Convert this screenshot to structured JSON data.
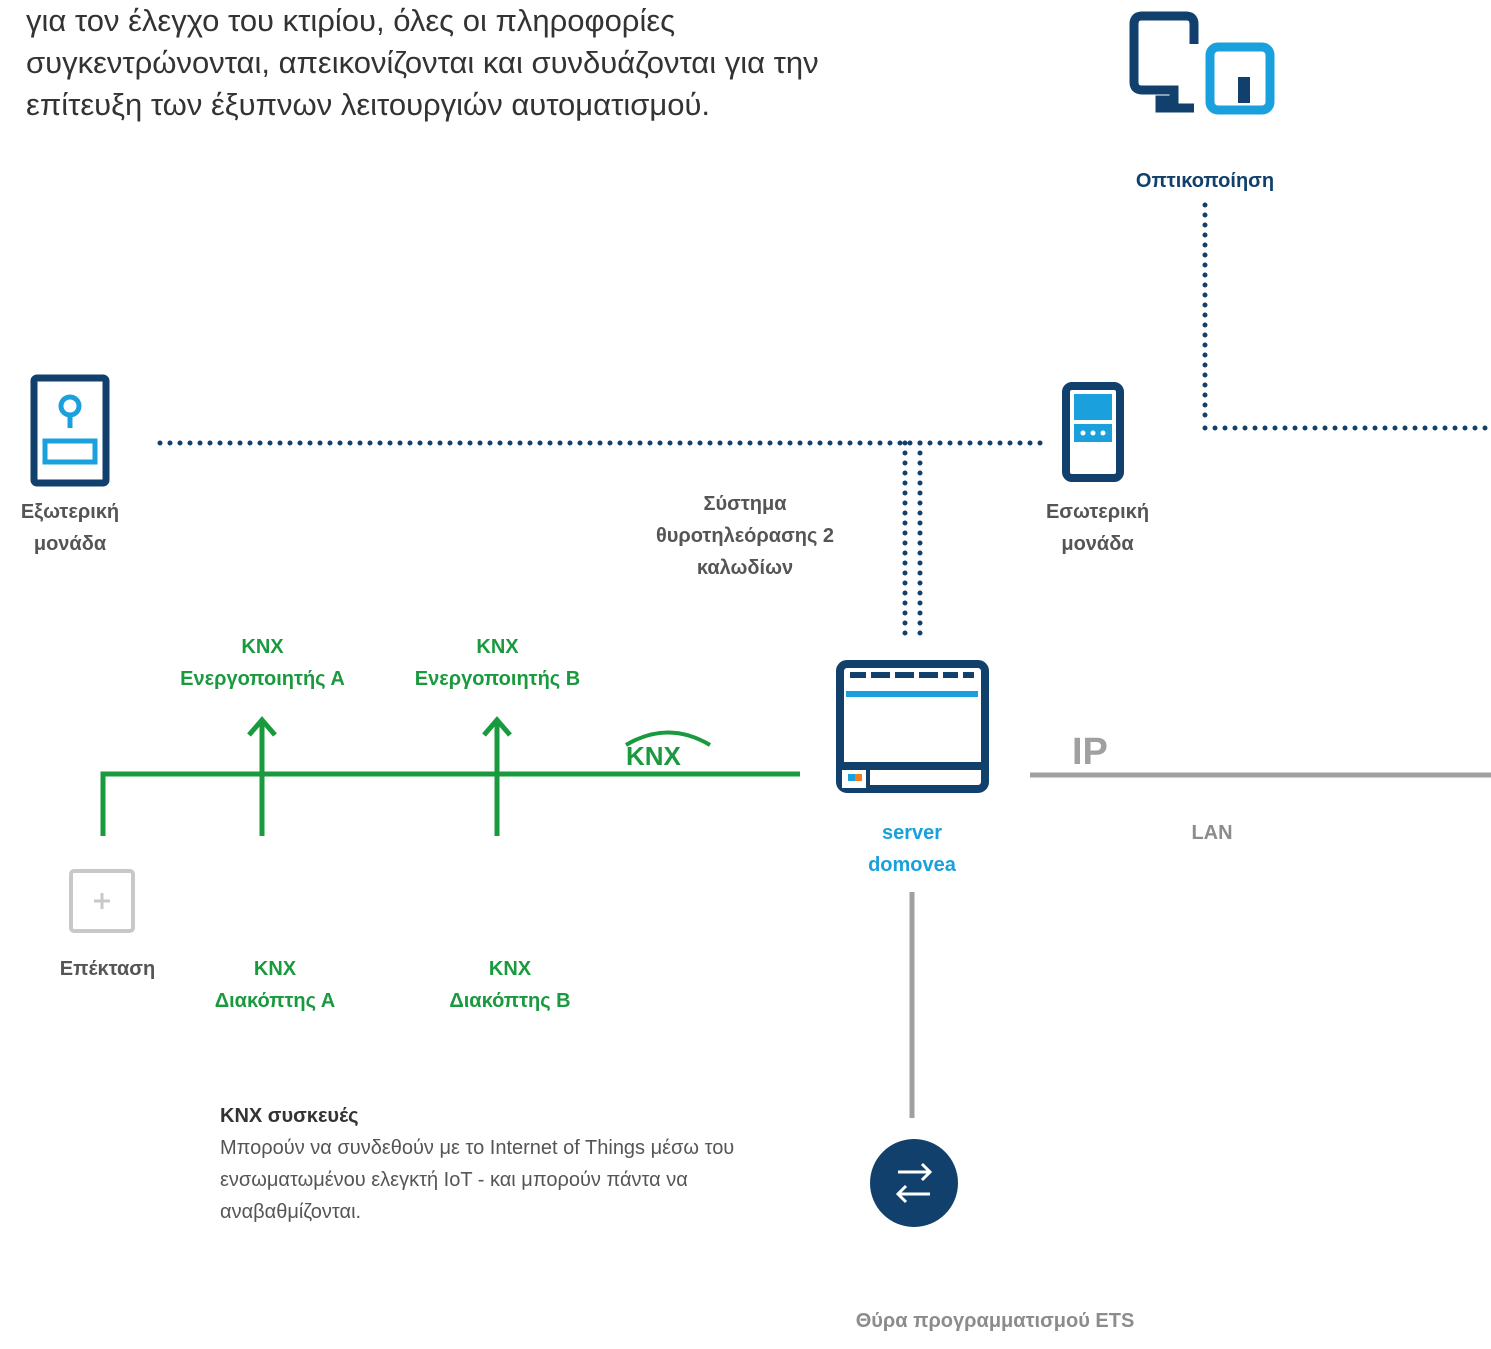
{
  "intro_text": "για τον έλεγχο του κτιρίου, όλες οι πληροφορίες συγκεντρώνονται, απεικονίζονται και συνδυάζονται για την επίτευξη των έξυπνων λειτουργιών αυτοματισμού.",
  "labels": {
    "visualization": "Οπτικοποίηση",
    "outdoor_unit_line1": "Εξωτερική",
    "outdoor_unit_line2": "μονάδα",
    "indoor_unit_line1": "Εσωτερική",
    "indoor_unit_line2": "μονάδα",
    "intercom_line1": "Σύστημα",
    "intercom_line2": "θυροτηλεόρασης 2",
    "intercom_line3": "καλωδίων",
    "actuator_a_line1": "KNX",
    "actuator_a_line2": "Ενεργοποιητής Α",
    "actuator_b_line1": "KNX",
    "actuator_b_line2": "Ενεργοποιητής Β",
    "server_line1": "server",
    "server_line2": "domovea",
    "ip": "IP",
    "lan": "LAN",
    "extension": "Επέκταση",
    "switch_a_line1": "KNX",
    "switch_a_line2": "Διακόπτης Α",
    "switch_b_line1": "KNX",
    "switch_b_line2": "Διακόπτης Β",
    "ets_port": "Θύρα προγραμματισμού ETS",
    "knx_logo": "KNX"
  },
  "note": {
    "title": "KNX συσκευές",
    "body": "Μπορούν να συνδεθούν με το Internet of Things μέσω του ενσωματωμένου ελεγκτή IoT - και μπορούν πάντα να αναβαθμίζονται."
  },
  "colors": {
    "navy": "#10406b",
    "green": "#1a9a3e",
    "blue": "#1aa0dc",
    "grey_line": "#a0a0a0",
    "text_dark": "#555555",
    "orange": "#f07d1e"
  },
  "icons": [
    "devices-icon",
    "outdoor-unit-icon",
    "indoor-unit-icon",
    "server-icon",
    "extension-icon",
    "transfer-icon",
    "knx-logo",
    "arrow-up-icon"
  ]
}
